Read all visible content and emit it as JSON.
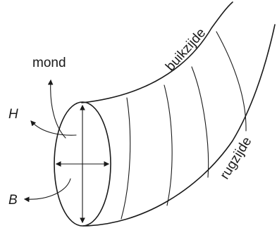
{
  "labels": {
    "mouth": "mond",
    "height": "H",
    "width": "B",
    "ventral": "buikzijde",
    "dorsal": "rugzijde"
  }
}
